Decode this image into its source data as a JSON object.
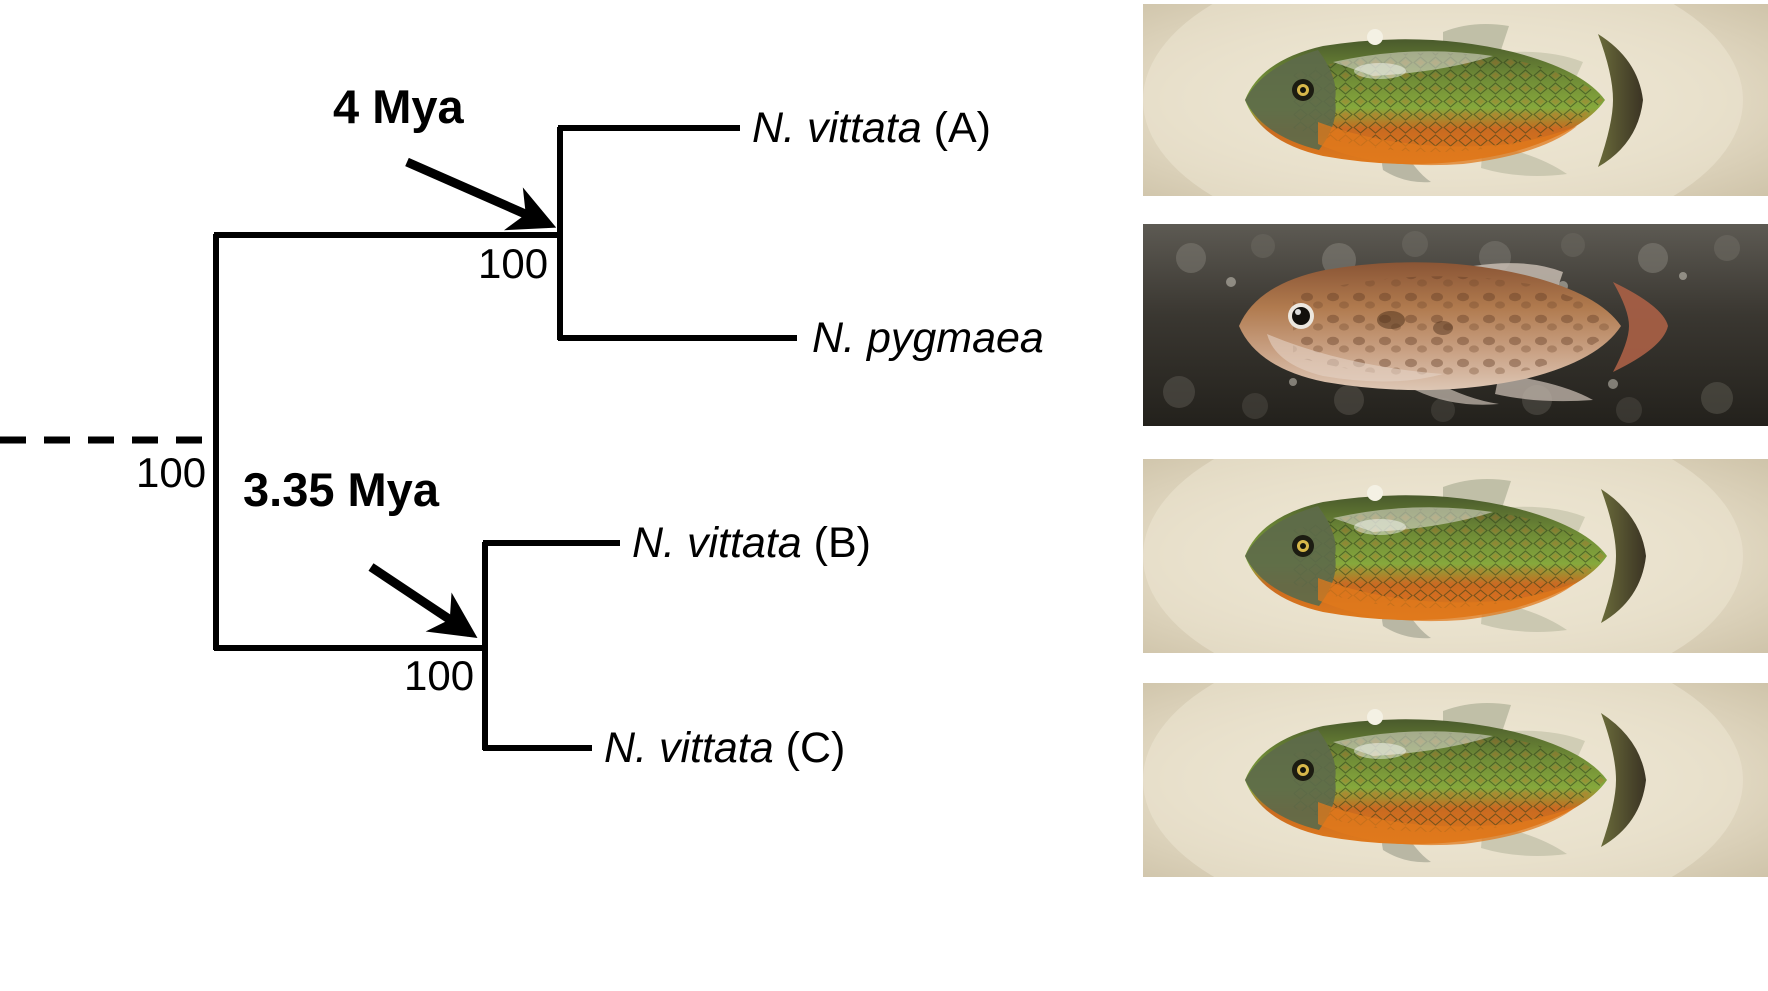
{
  "figure": {
    "type": "phylogenetic-tree",
    "description": "Cladogram of Nothobranchius lineages with divergence time annotations and specimen photographs"
  },
  "tree": {
    "root_support": "100",
    "clades": [
      {
        "id": "upper",
        "support": "100",
        "divergence_label": "4 Mya",
        "taxa": [
          {
            "id": "vittata-a",
            "sci": "N. vittata",
            "suffix": " (A)"
          },
          {
            "id": "pygmaea",
            "sci": "N. pygmaea",
            "suffix": ""
          }
        ]
      },
      {
        "id": "lower",
        "support": "100",
        "divergence_label": "3.35 Mya",
        "taxa": [
          {
            "id": "vittata-b",
            "sci": "N. vittata",
            "suffix": " (B)"
          },
          {
            "id": "vittata-c",
            "sci": "N. vittata",
            "suffix": " (C)"
          }
        ]
      }
    ]
  },
  "annotations": {
    "mya_upper": "4 Mya",
    "mya_lower": "3.35 Mya"
  },
  "support_values": {
    "root": "100",
    "upper_node": "100",
    "lower_node": "100"
  },
  "taxa": {
    "a_sci": "N. vittata",
    "a_suffix": " (A)",
    "pygmaea_sci": "N. pygmaea",
    "pygmaea_suffix": "",
    "b_sci": "N. vittata",
    "b_suffix": " (B)",
    "c_sci": "N. vittata",
    "c_suffix": " (C)"
  },
  "photos": [
    {
      "id": "photo-vittata-a",
      "subject": "N. vittata (A)",
      "setting": "pale bowl",
      "colors": {
        "body": "#5c6b33",
        "belly": "#d9701d",
        "scales": "#7fa83a",
        "highlight": "#e8523a",
        "background": "#e5ddcb"
      }
    },
    {
      "id": "photo-pygmaea",
      "subject": "N. pygmaea",
      "setting": "dark gravel substrate",
      "colors": {
        "body": "#a8704d",
        "belly": "#d9c0ae",
        "fin": "#b35a4a",
        "background": "#3b3833"
      }
    },
    {
      "id": "photo-vittata-b",
      "subject": "N. vittata (B)",
      "setting": "pale bowl",
      "colors": {
        "body": "#5c6b33",
        "belly": "#d9701d",
        "scales": "#7fa83a",
        "highlight": "#e8523a",
        "background": "#e5ddcb"
      }
    },
    {
      "id": "photo-vittata-c",
      "subject": "N. vittata (C)",
      "setting": "pale bowl",
      "colors": {
        "body": "#5c6b33",
        "belly": "#d9701d",
        "scales": "#7fa83a",
        "highlight": "#e8523a",
        "background": "#e5ddcb"
      }
    }
  ],
  "style": {
    "line_color": "#000000",
    "background": "#ffffff"
  }
}
